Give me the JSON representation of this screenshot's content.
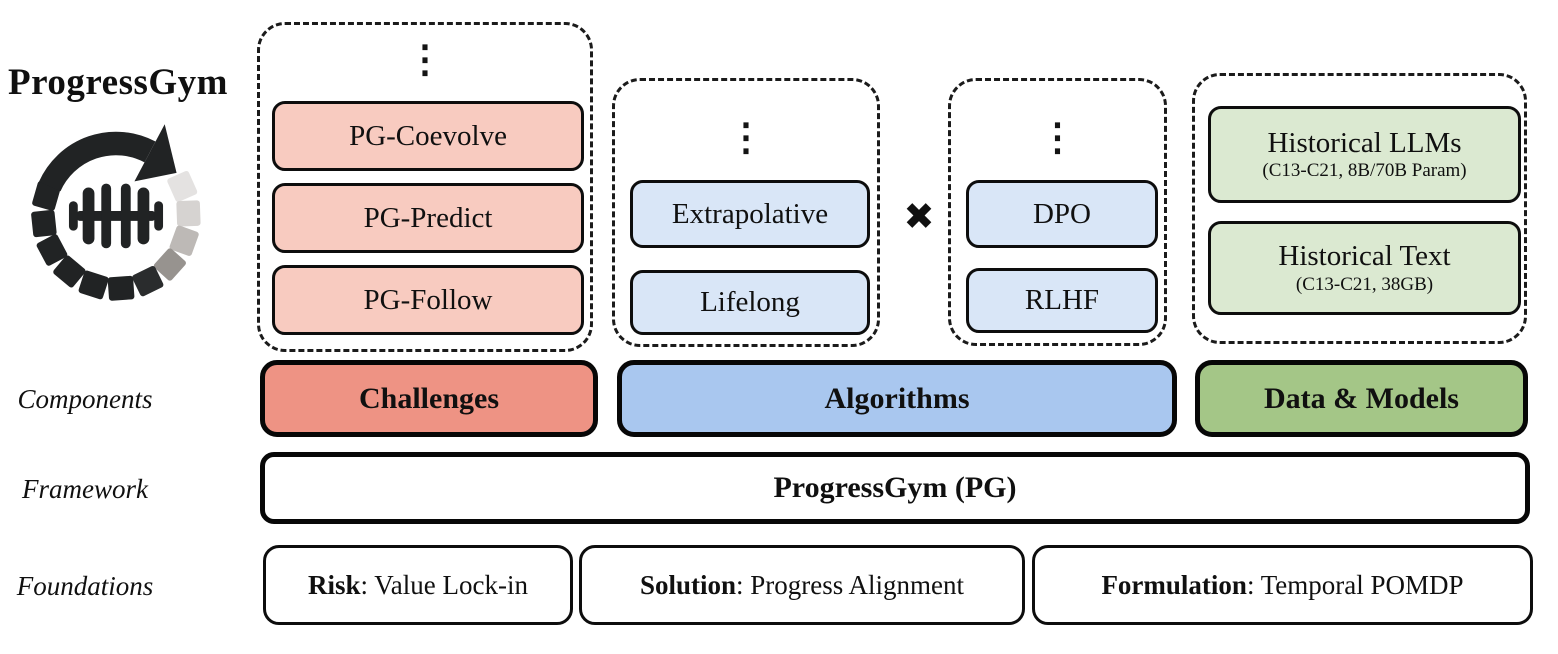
{
  "colors": {
    "ink": "#101010",
    "charcoal": "#212324",
    "salmon": "#ee9384",
    "salmon_light": "#f8cbc0",
    "blue": "#a9c7ef",
    "blue_light": "#d9e6f7",
    "green": "#a4c687",
    "green_light": "#dbe9d1"
  },
  "header": {
    "title": "ProgressGym",
    "logo_icon": "circular-progress-arrow-with-dumbbell"
  },
  "glyphs": {
    "vertical_ellipsis": "⋮",
    "cross_operator": "✖"
  },
  "groups": {
    "challenges": {
      "items": [
        "PG-Coevolve",
        "PG-Predict",
        "PG-Follow"
      ]
    },
    "algorithm_families": {
      "items": [
        "Extrapolative",
        "Lifelong"
      ]
    },
    "algorithm_methods": {
      "items": [
        "DPO",
        "RLHF"
      ]
    },
    "data_models": {
      "items": [
        {
          "title": "Historical LLMs",
          "subtitle": "(C13-C21, 8B/70B Param)"
        },
        {
          "title": "Historical Text",
          "subtitle": "(C13-C21, 38GB)"
        }
      ]
    }
  },
  "rows": {
    "components": {
      "label": "Components",
      "challenges": "Challenges",
      "algorithms": "Algorithms",
      "data_models": "Data & Models"
    },
    "framework": {
      "label": "Framework",
      "title": "ProgressGym (PG)"
    },
    "foundations": {
      "label": "Foundations",
      "items": [
        {
          "key": "Risk",
          "rest": ": Value Lock-in"
        },
        {
          "key": "Solution",
          "rest": ": Progress Alignment"
        },
        {
          "key": "Formulation",
          "rest": ": Temporal POMDP"
        }
      ]
    }
  }
}
